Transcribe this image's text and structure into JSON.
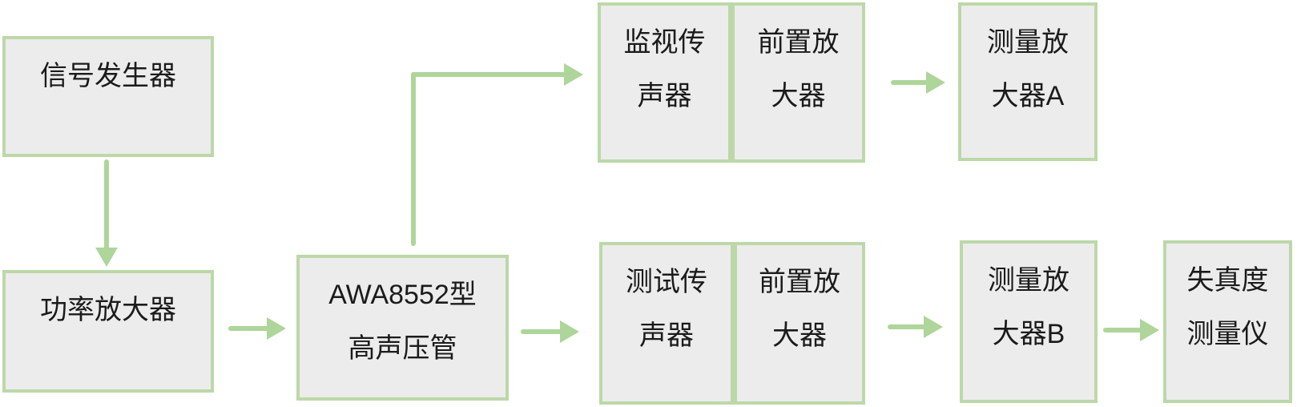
{
  "diagram": {
    "type": "flowchart",
    "description": "Acoustic distortion measurement system block diagram",
    "background": "#ffffff",
    "colors": {
      "box_border": "#bcd8a8",
      "box_fill": "#ececec",
      "arrow": "#aed59a",
      "text": "#1b1b1b"
    },
    "nodes": [
      {
        "id": "signal-generator",
        "label": "信号发生器",
        "lines": [
          "信号发生器"
        ]
      },
      {
        "id": "power-amplifier",
        "label": "功率放大器",
        "lines": [
          "功率放大器"
        ]
      },
      {
        "id": "awa8552-tube",
        "label": "AWA8552型高声压管",
        "lines": [
          "AWA8552型",
          "高声压管"
        ]
      },
      {
        "id": "monitor-microphone",
        "label": "监视传声器",
        "lines": [
          "监视传",
          "声器"
        ]
      },
      {
        "id": "preamplifier-top",
        "label": "前置放大器",
        "lines": [
          "前置放",
          "大器"
        ]
      },
      {
        "id": "measuring-amplifier-a",
        "label": "测量放大器A",
        "lines": [
          "测量放",
          "大器A"
        ]
      },
      {
        "id": "test-microphone",
        "label": "测试传声器",
        "lines": [
          "测试传",
          "声器"
        ]
      },
      {
        "id": "preamplifier-bottom",
        "label": "前置放大器",
        "lines": [
          "前置放",
          "大器"
        ]
      },
      {
        "id": "measuring-amplifier-b",
        "label": "测量放大器B",
        "lines": [
          "测量放",
          "大器B"
        ]
      },
      {
        "id": "distortion-meter",
        "label": "失真度测量仪",
        "lines": [
          "失真度",
          "测量仪"
        ]
      }
    ],
    "connections": [
      {
        "from": "signal-generator",
        "to": "power-amplifier",
        "shape": "straight-down"
      },
      {
        "from": "power-amplifier",
        "to": "awa8552-tube",
        "shape": "straight-right"
      },
      {
        "from": "awa8552-tube",
        "to": "monitor-microphone",
        "shape": "elbow-up-right"
      },
      {
        "from": "awa8552-tube",
        "to": "test-microphone",
        "shape": "straight-right"
      },
      {
        "from": "preamplifier-top",
        "to": "measuring-amplifier-a",
        "shape": "straight-right"
      },
      {
        "from": "preamplifier-bottom",
        "to": "measuring-amplifier-b",
        "shape": "straight-right"
      },
      {
        "from": "measuring-amplifier-b",
        "to": "distortion-meter",
        "shape": "straight-right"
      }
    ]
  }
}
